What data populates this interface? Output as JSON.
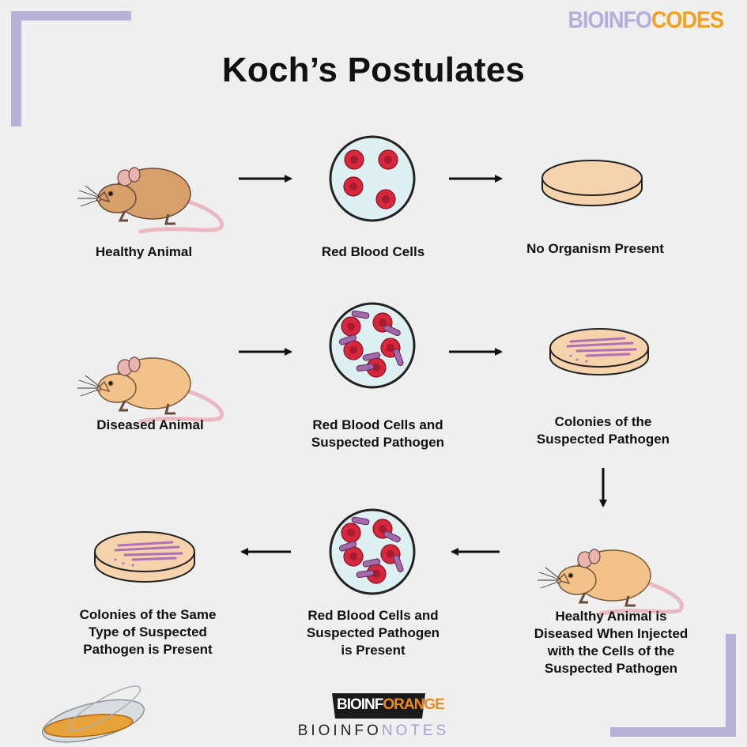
{
  "title": "Koch’s Postulates",
  "brand": {
    "part1": "BIOINFO",
    "part2": "CODES"
  },
  "footer": {
    "logo_part1": "BIOINF",
    "logo_part2": "ORANGE",
    "notes_part1": "BIOINFO",
    "notes_part2": "NOTES"
  },
  "steps": {
    "healthy_animal": "Healthy Animal",
    "red_blood_cells": "Red Blood Cells",
    "no_organism": "No Organism Present",
    "diseased_animal": "Diseased Animal",
    "rbc_pathogen_l1": "Red Blood Cells and",
    "rbc_pathogen_l2": "Suspected Pathogen",
    "colonies_l1": "Colonies of the",
    "colonies_l2": "Suspected Pathogen",
    "injected_l1": "Healthy Animal is",
    "injected_l2": "Diseased When Injected",
    "injected_l3": "with the Cells of the",
    "injected_l4": "Suspected Pathogen",
    "rbc_present_l1": "Red Blood Cells and",
    "rbc_present_l2": "Suspected Pathogen",
    "rbc_present_l3": "is Present",
    "same_l1": "Colonies of the Same",
    "same_l2": "Type of Suspected",
    "same_l3": "Pathogen is Present"
  },
  "colors": {
    "frame": "#b9b1d8",
    "healthy_mouse": "#d7a06a",
    "diseased_mouse": "#f3c28b",
    "blood_cell": "#d5283f",
    "slide": "#dff0f2",
    "agar": "#f6d3ad",
    "pathogen": "#a46aa8"
  }
}
